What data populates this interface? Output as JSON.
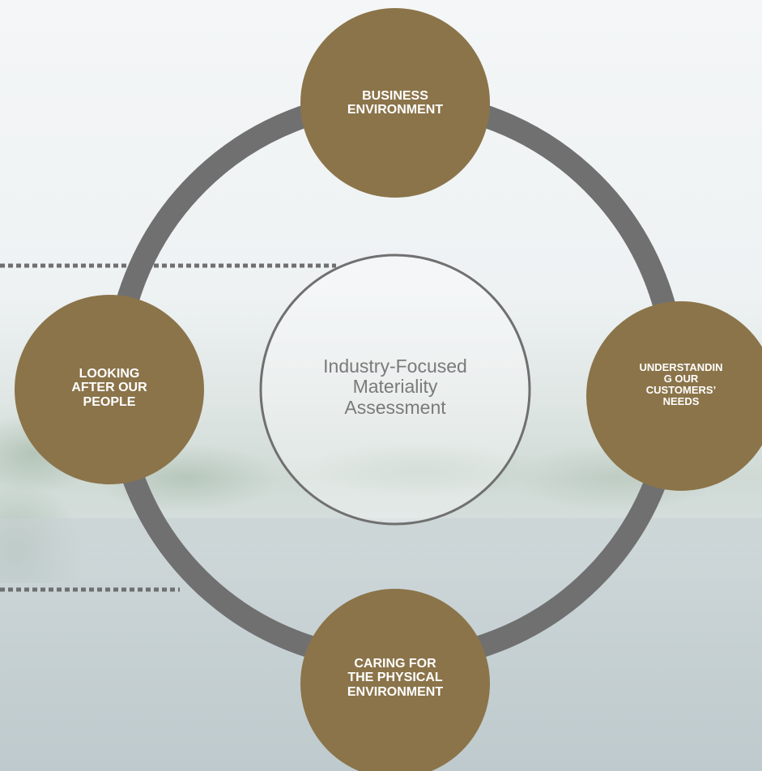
{
  "center": {
    "title_line1": "Industry-Focused",
    "title_line2": "Materiality",
    "title_line3": "Assessment"
  },
  "nodes": {
    "top": {
      "line1": "BUSINESS",
      "line2": "ENVIRONMENT"
    },
    "left": {
      "line1": "LOOKING",
      "line2": "AFTER OUR",
      "line3": "PEOPLE"
    },
    "right": {
      "line1": "UNDERSTANDIN",
      "line2": "G OUR",
      "line3": "CUSTOMERS’",
      "line4": "NEEDS"
    },
    "bottom": {
      "line1": "CARING FOR",
      "line2": "THE PHYSICAL",
      "line3": "ENVIRONMENT"
    }
  },
  "colors": {
    "node_fill": "#8b744a",
    "ring": "#707070",
    "center_stroke": "#707070",
    "dotted_line": "#6f6f6f"
  }
}
